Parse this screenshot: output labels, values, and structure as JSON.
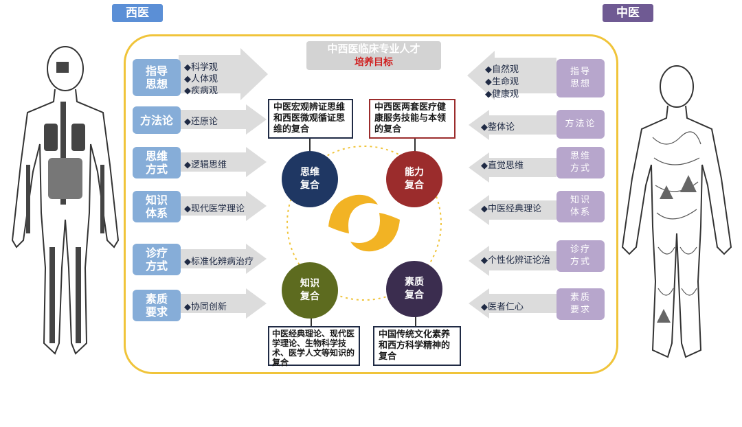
{
  "header": {
    "western": "西医",
    "chinese": "中医"
  },
  "title": {
    "main": "中西医临床专业人才",
    "sub": "培养目标"
  },
  "western_rows": [
    {
      "label": "指导\n思想",
      "items": [
        "◆科学观",
        "◆人体观",
        "◆疾病观"
      ]
    },
    {
      "label": "方法论",
      "items": [
        "◆还原论"
      ]
    },
    {
      "label": "思维\n方式",
      "items": [
        "◆逻辑思维"
      ]
    },
    {
      "label": "知识\n体系",
      "items": [
        "◆现代医学理论"
      ]
    },
    {
      "label": "诊疗\n方式",
      "items": [
        "◆标准化辨病治疗"
      ]
    },
    {
      "label": "素质\n要求",
      "items": [
        "◆协同创新"
      ]
    }
  ],
  "chinese_rows": [
    {
      "label": "指导\n思想",
      "items": [
        "◆自然观",
        "◆生命观",
        "◆健康观"
      ]
    },
    {
      "label": "方法论",
      "items": [
        "◆整体论"
      ]
    },
    {
      "label": "思维\n方式",
      "items": [
        "◆直觉思维"
      ]
    },
    {
      "label": "知识\n体系",
      "items": [
        "◆中医经典理论"
      ]
    },
    {
      "label": "诊疗\n方式",
      "items": [
        "◆个性化辨证论治"
      ]
    },
    {
      "label": "素质\n要求",
      "items": [
        "◆医者仁心"
      ]
    }
  ],
  "circles": {
    "thinking": "思维\n复合",
    "ability": "能力\n复合",
    "knowledge": "知识\n复合",
    "quality": "素质\n复合"
  },
  "boxes": {
    "thinking": "中医宏观辨证思维和西医微观循证思维的复合",
    "ability": "中西医两套医疗健康服务技能与本领的复合",
    "knowledge": "中医经典理论、现代医学理论、生物科学技术、医学人文等知识的复合",
    "quality": "中国传统文化素养和西方科学精神的复合"
  },
  "colors": {
    "western_tag": "#5b8fd6",
    "chinese_tag": "#6f5a93",
    "frame": "#f0c43a",
    "thinking": "#1f3763",
    "ability": "#9b2c2c",
    "knowledge": "#5d6b1f",
    "quality": "#3b2d4f",
    "title_sub": "#d02020"
  },
  "icons": [
    "western-body-figure",
    "chinese-body-figure",
    "yellow-hands-emblem",
    "arrow-right",
    "arrow-left"
  ]
}
